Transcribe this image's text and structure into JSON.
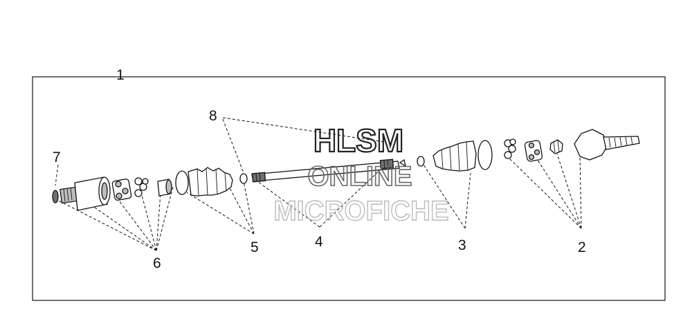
{
  "diagram": {
    "callouts": {
      "c1": "1",
      "c2": "2",
      "c3": "3",
      "c4": "4",
      "c5": "5",
      "c6": "6",
      "c7": "7",
      "c8": "8"
    },
    "watermark": {
      "line1": "HLSM",
      "line2": "ONLINE",
      "line3": "MICROFICHE"
    }
  }
}
